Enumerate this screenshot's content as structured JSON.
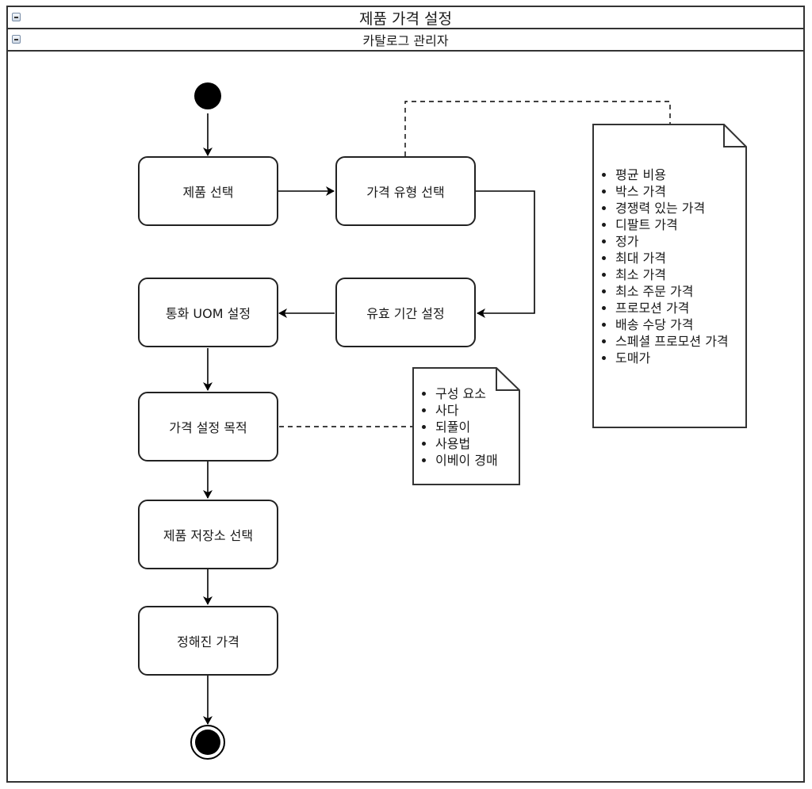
{
  "pool": {
    "title": "제품 가격 설정",
    "lane": "카탈로그 관리자"
  },
  "nodes": {
    "select_product": "제품 선택",
    "select_price_type": "가격 유형 선택",
    "set_currency_uom": "통화 UOM 설정",
    "set_validity": "유효 기간 설정",
    "pricing_purpose": "가격 설정 목적",
    "select_store": "제품 저장소 선택",
    "fixed_price": "정해진 가격"
  },
  "notes": {
    "price_types": [
      "평균 비용",
      "박스 가격",
      "경쟁력 있는 가격",
      "디팔트 가격",
      "정가",
      "최대 가격",
      "최소 가격",
      "최소 주문 가격",
      "프로모션 가격",
      "배송 수당 가격",
      "스페셜 프로모션 가격",
      "도매가"
    ],
    "purposes": [
      "구성 요소",
      "사다",
      "되풀이",
      "사용법",
      "이베이 경매"
    ]
  }
}
